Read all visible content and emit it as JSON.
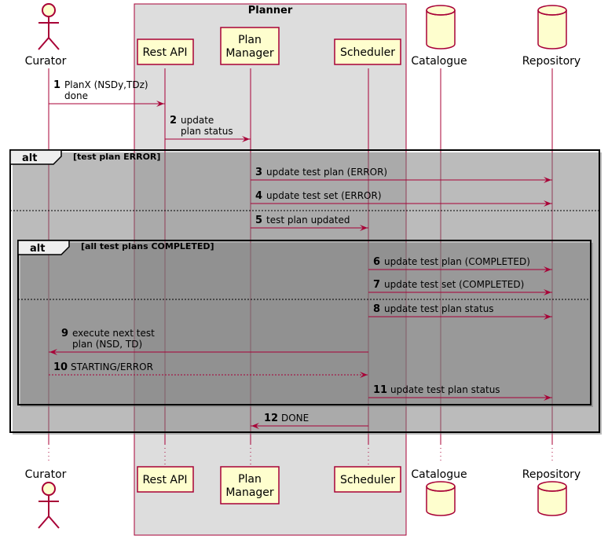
{
  "colors": {
    "box_fill": "#DDDDDD",
    "box_stroke": "#A80036",
    "participant_fill": "#FEFECE",
    "participant_stroke": "#A80036",
    "lifeline": "#A80036",
    "arrow": "#A80036",
    "frame": "#000000",
    "text": "#000000"
  },
  "box": {
    "title": "Planner"
  },
  "participants": {
    "curator": {
      "label": "Curator",
      "kind": "actor"
    },
    "restapi": {
      "label": "Rest API",
      "kind": "participant"
    },
    "planmanager": {
      "label_line1": "Plan",
      "label_line2": "Manager",
      "kind": "participant"
    },
    "scheduler": {
      "label": "Scheduler",
      "kind": "participant"
    },
    "catalogue": {
      "label": "Catalogue",
      "kind": "database"
    },
    "repository": {
      "label": "Repository",
      "kind": "database"
    }
  },
  "frames": {
    "outer": {
      "keyword": "alt",
      "condition": "[test plan ERROR]"
    },
    "inner": {
      "keyword": "alt",
      "condition": "[all test plans COMPLETED]"
    }
  },
  "messages": [
    {
      "num": "1",
      "lines": [
        "PlanX (NSDy,TDz)",
        "done"
      ],
      "style": "solid"
    },
    {
      "num": "2",
      "lines": [
        "update",
        "plan status"
      ],
      "style": "solid"
    },
    {
      "num": "3",
      "lines": [
        "update test plan (ERROR)"
      ],
      "style": "solid"
    },
    {
      "num": "4",
      "lines": [
        "update test set (ERROR)"
      ],
      "style": "solid"
    },
    {
      "num": "5",
      "lines": [
        "test plan updated"
      ],
      "style": "solid"
    },
    {
      "num": "6",
      "lines": [
        "update test plan (COMPLETED)"
      ],
      "style": "solid"
    },
    {
      "num": "7",
      "lines": [
        "update test set (COMPLETED)"
      ],
      "style": "solid"
    },
    {
      "num": "8",
      "lines": [
        "update test plan status"
      ],
      "style": "solid"
    },
    {
      "num": "9",
      "lines": [
        "execute next test",
        "plan (NSD, TD)"
      ],
      "style": "solid"
    },
    {
      "num": "10",
      "lines": [
        "STARTING/ERROR"
      ],
      "style": "dashed"
    },
    {
      "num": "11",
      "lines": [
        "update test plan status"
      ],
      "style": "solid"
    },
    {
      "num": "12",
      "lines": [
        "DONE"
      ],
      "style": "solid"
    }
  ]
}
